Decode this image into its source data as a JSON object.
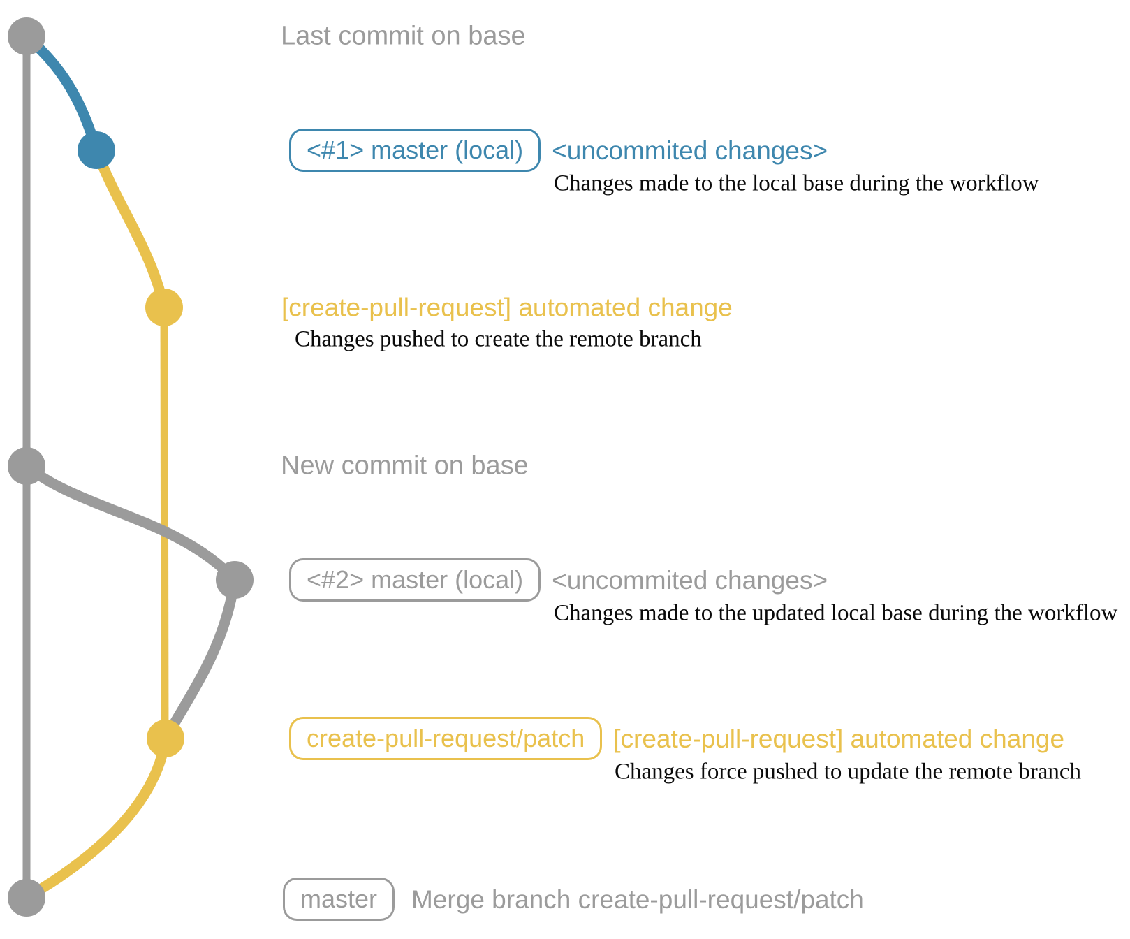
{
  "colors": {
    "base_branch_gray": "#9b9b9b",
    "local_branch_blue": "#3e87ae",
    "patch_branch_yellow": "#e9c14d",
    "annotation_black": "#0a0a0a",
    "background": "#ffffff"
  },
  "graph": {
    "lanes": [
      {
        "name": "base-trunk",
        "color_name": "gray"
      },
      {
        "name": "local-master",
        "color_name": "blue-then-gray"
      },
      {
        "name": "create-pull-request-patch",
        "color_name": "yellow"
      }
    ],
    "nodes": [
      {
        "name": "commit-last-on-base",
        "color_name": "gray"
      },
      {
        "name": "commit-1-local-master",
        "color_name": "blue"
      },
      {
        "name": "commit-patch-branch-created",
        "color_name": "yellow"
      },
      {
        "name": "commit-new-on-base",
        "color_name": "gray"
      },
      {
        "name": "commit-2-local-master",
        "color_name": "gray"
      },
      {
        "name": "commit-patch-branch-updated",
        "color_name": "yellow"
      },
      {
        "name": "commit-merge-on-base",
        "color_name": "gray"
      }
    ]
  },
  "rows": {
    "r1": {
      "heading": "Last commit on base"
    },
    "r2": {
      "branch_label": "<#1> master (local)",
      "status": "<uncommited changes>",
      "description": "Changes made to the local base during the workflow"
    },
    "r3": {
      "commit_message": "[create-pull-request] automated change",
      "description": "Changes pushed to create the remote branch"
    },
    "r4": {
      "heading": "New commit on base"
    },
    "r5": {
      "branch_label": "<#2> master (local)",
      "status": "<uncommited changes>",
      "description": "Changes made to the updated local base during the workflow"
    },
    "r6": {
      "branch_label": "create-pull-request/patch",
      "commit_message": "[create-pull-request] automated change",
      "description": "Changes force pushed to update the remote branch"
    },
    "r7": {
      "branch_label": "master",
      "commit_message": "Merge branch create-pull-request/patch"
    }
  }
}
